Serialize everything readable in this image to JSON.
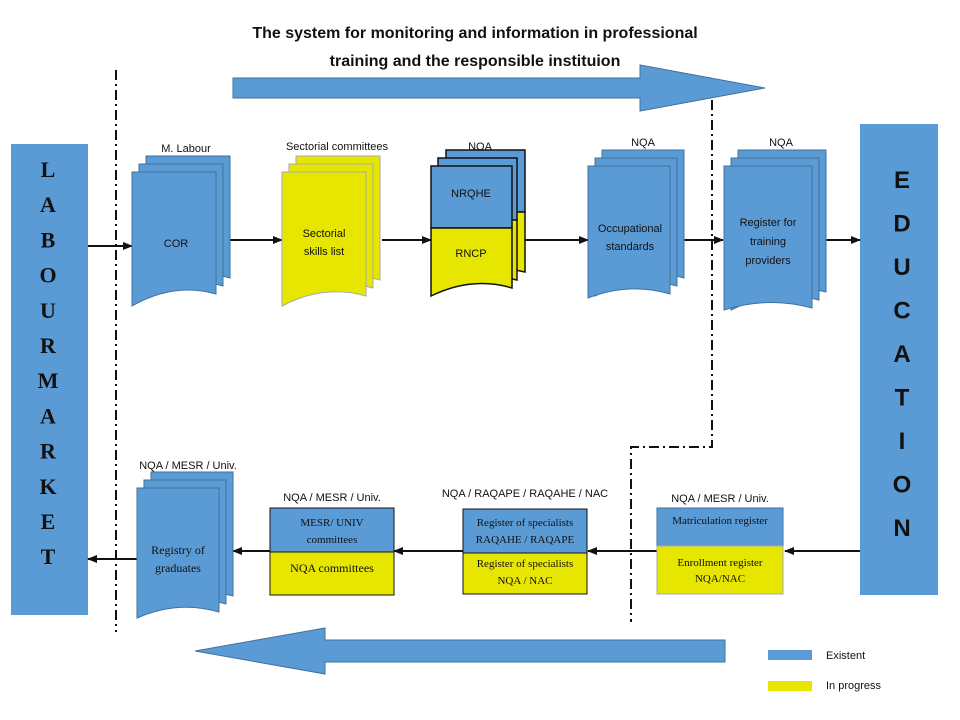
{
  "title": {
    "line1": "The system for monitoring and information in professional",
    "line2": "training and the responsible instituion"
  },
  "left_bar": {
    "letters": [
      "L",
      "A",
      "B",
      "O",
      "U",
      "R",
      "M",
      "A",
      "R",
      "K",
      "E",
      "T"
    ]
  },
  "right_bar": {
    "letters": [
      "E",
      "D",
      "U",
      "C",
      "A",
      "T",
      "I",
      "O",
      "N"
    ]
  },
  "top_row": [
    {
      "owner": "M. Labour",
      "label_lines": [
        "COR"
      ]
    },
    {
      "owner": "Sectorial committees",
      "label_lines": [
        "Sectorial",
        "skills list"
      ]
    },
    {
      "owner": "NQA",
      "upper": "NRQHE",
      "lower": "RNCP"
    },
    {
      "owner": "NQA",
      "label_lines": [
        "Occupational",
        "standards"
      ]
    },
    {
      "owner": "NQA",
      "label_lines": [
        "Register for",
        "training",
        "providers"
      ]
    }
  ],
  "bottom_row": [
    {
      "owner": "NQA / MESR / Univ.",
      "upper_lines": [
        "Matriculation register"
      ],
      "lower_lines": [
        "Enrollment register",
        "NQA/NAC"
      ]
    },
    {
      "owner": "NQA / RAQAPE / RAQAHE / NAC",
      "upper_lines": [
        "Register of specialists",
        "RAQAHE / RAQAPE"
      ],
      "lower_lines": [
        "Register of specialists",
        "NQA / NAC"
      ]
    },
    {
      "owner": "NQA / MESR / Univ.",
      "upper_lines": [
        "MESR/ UNIV",
        "committees"
      ],
      "lower_lines": [
        "NQA committees"
      ]
    },
    {
      "owner": "NQA / MESR / Univ.",
      "label_lines": [
        "Registry of",
        "graduates"
      ]
    }
  ],
  "legend": {
    "existent": "Existent",
    "in_progress": "In progress"
  },
  "colors": {
    "existent": "#5b9bd5",
    "in_progress": "#e6e600",
    "stroke": "#41719c"
  }
}
